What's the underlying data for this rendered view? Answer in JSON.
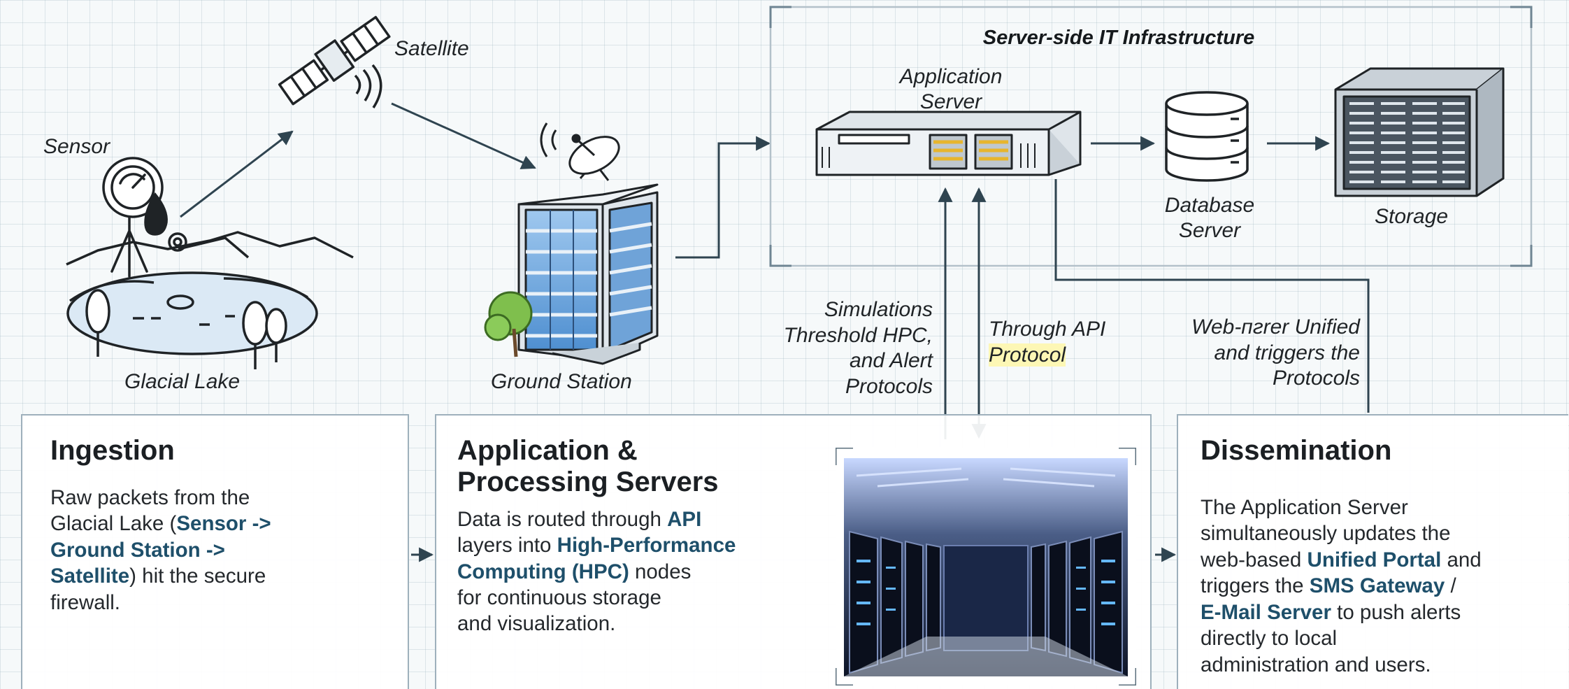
{
  "labels": {
    "satellite": "Satellite",
    "sensor": "Sensor",
    "glacial_lake": "Glacial Lake",
    "ground_station": "Ground Station",
    "application_server": [
      "Application",
      "Server"
    ],
    "database_server": [
      "Database",
      "Server"
    ],
    "storage": "Storage"
  },
  "infrastructure_title": "Server-side IT Infrastructure",
  "flows": {
    "simulations": [
      "Simulations",
      "Threshold HPC,",
      "and Alert",
      "Protocols"
    ],
    "api": [
      "Through API",
      "Protocol"
    ],
    "web": [
      "Web-пгrer Unified",
      "and triggers the",
      "Protocols"
    ]
  },
  "cards": {
    "ingestion": {
      "title": "Ingestion",
      "lines": [
        [
          {
            "t": "Raw packets from the"
          }
        ],
        [
          {
            "t": "Glacial Lake ("
          },
          {
            "t": "Sensor ->",
            "hl": true
          }
        ],
        [
          {
            "t": "Ground Station ->",
            "hl": true
          }
        ],
        [
          {
            "t": "Satellite",
            "hl": true
          },
          {
            "t": ") hit the secure"
          }
        ],
        [
          {
            "t": "firewall."
          }
        ]
      ]
    },
    "processing": {
      "title_lines": [
        "Application &",
        "Processing Servers"
      ],
      "lines": [
        [
          {
            "t": "Data is routed through "
          },
          {
            "t": "API",
            "hl": true
          }
        ],
        [
          {
            "t": "layers into "
          },
          {
            "t": "High-Performance",
            "hl": true
          }
        ],
        [
          {
            "t": "Computing (HPC)",
            "hl": true
          },
          {
            "t": " nodes"
          }
        ],
        [
          {
            "t": "for continuous storage"
          }
        ],
        [
          {
            "t": "and visualization."
          }
        ]
      ]
    },
    "dissemination": {
      "title": "Dissemination",
      "lines": [
        [
          {
            "t": "The Application Server"
          }
        ],
        [
          {
            "t": "simultaneously updates the"
          }
        ],
        [
          {
            "t": "web-based "
          },
          {
            "t": "Unified Portal",
            "hl": true
          },
          {
            "t": " and"
          }
        ],
        [
          {
            "t": "triggers the "
          },
          {
            "t": "SMS Gateway",
            "hl": true
          },
          {
            "t": " /"
          }
        ],
        [
          {
            "t": "E-Mail Server",
            "hl": true
          },
          {
            "t": " to push alerts"
          }
        ],
        [
          {
            "t": "directly to local"
          }
        ],
        [
          {
            "t": "administration and users."
          }
        ]
      ]
    }
  },
  "colors": {
    "highlight_text": "#1e4f6a",
    "line": "#2f4450",
    "card_border": "#9eb0bc",
    "protocol_highlight": "#fdf7b5"
  }
}
